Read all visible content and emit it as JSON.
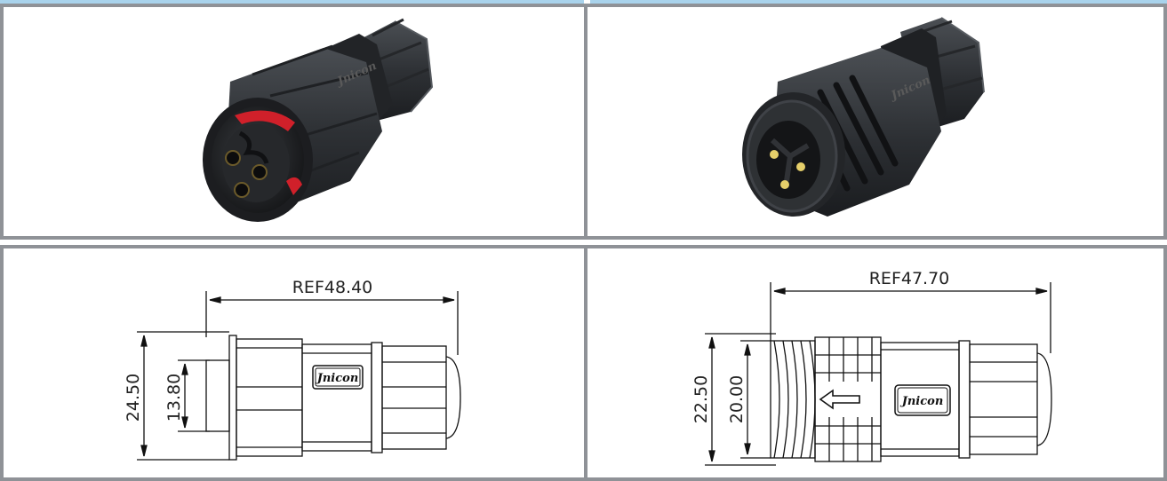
{
  "photos": {
    "female_brand": "Jnicon",
    "male_brand": "Jnicon"
  },
  "drawings": {
    "female": {
      "overall_length": "REF48.40",
      "outer_diameter": "24.50",
      "inner_diameter": "13.80",
      "brand": "Jnicon"
    },
    "male": {
      "overall_length": "REF47.70",
      "outer_diameter": "22.50",
      "inner_diameter": "20.00",
      "brand": "Jnicon"
    }
  },
  "colors": {
    "frame": "#8f9297",
    "topbar": "#a9d3ec",
    "connector_body": "#2f3236",
    "red_seal": "#d0202a",
    "gold_pin": "#c9a94a"
  }
}
